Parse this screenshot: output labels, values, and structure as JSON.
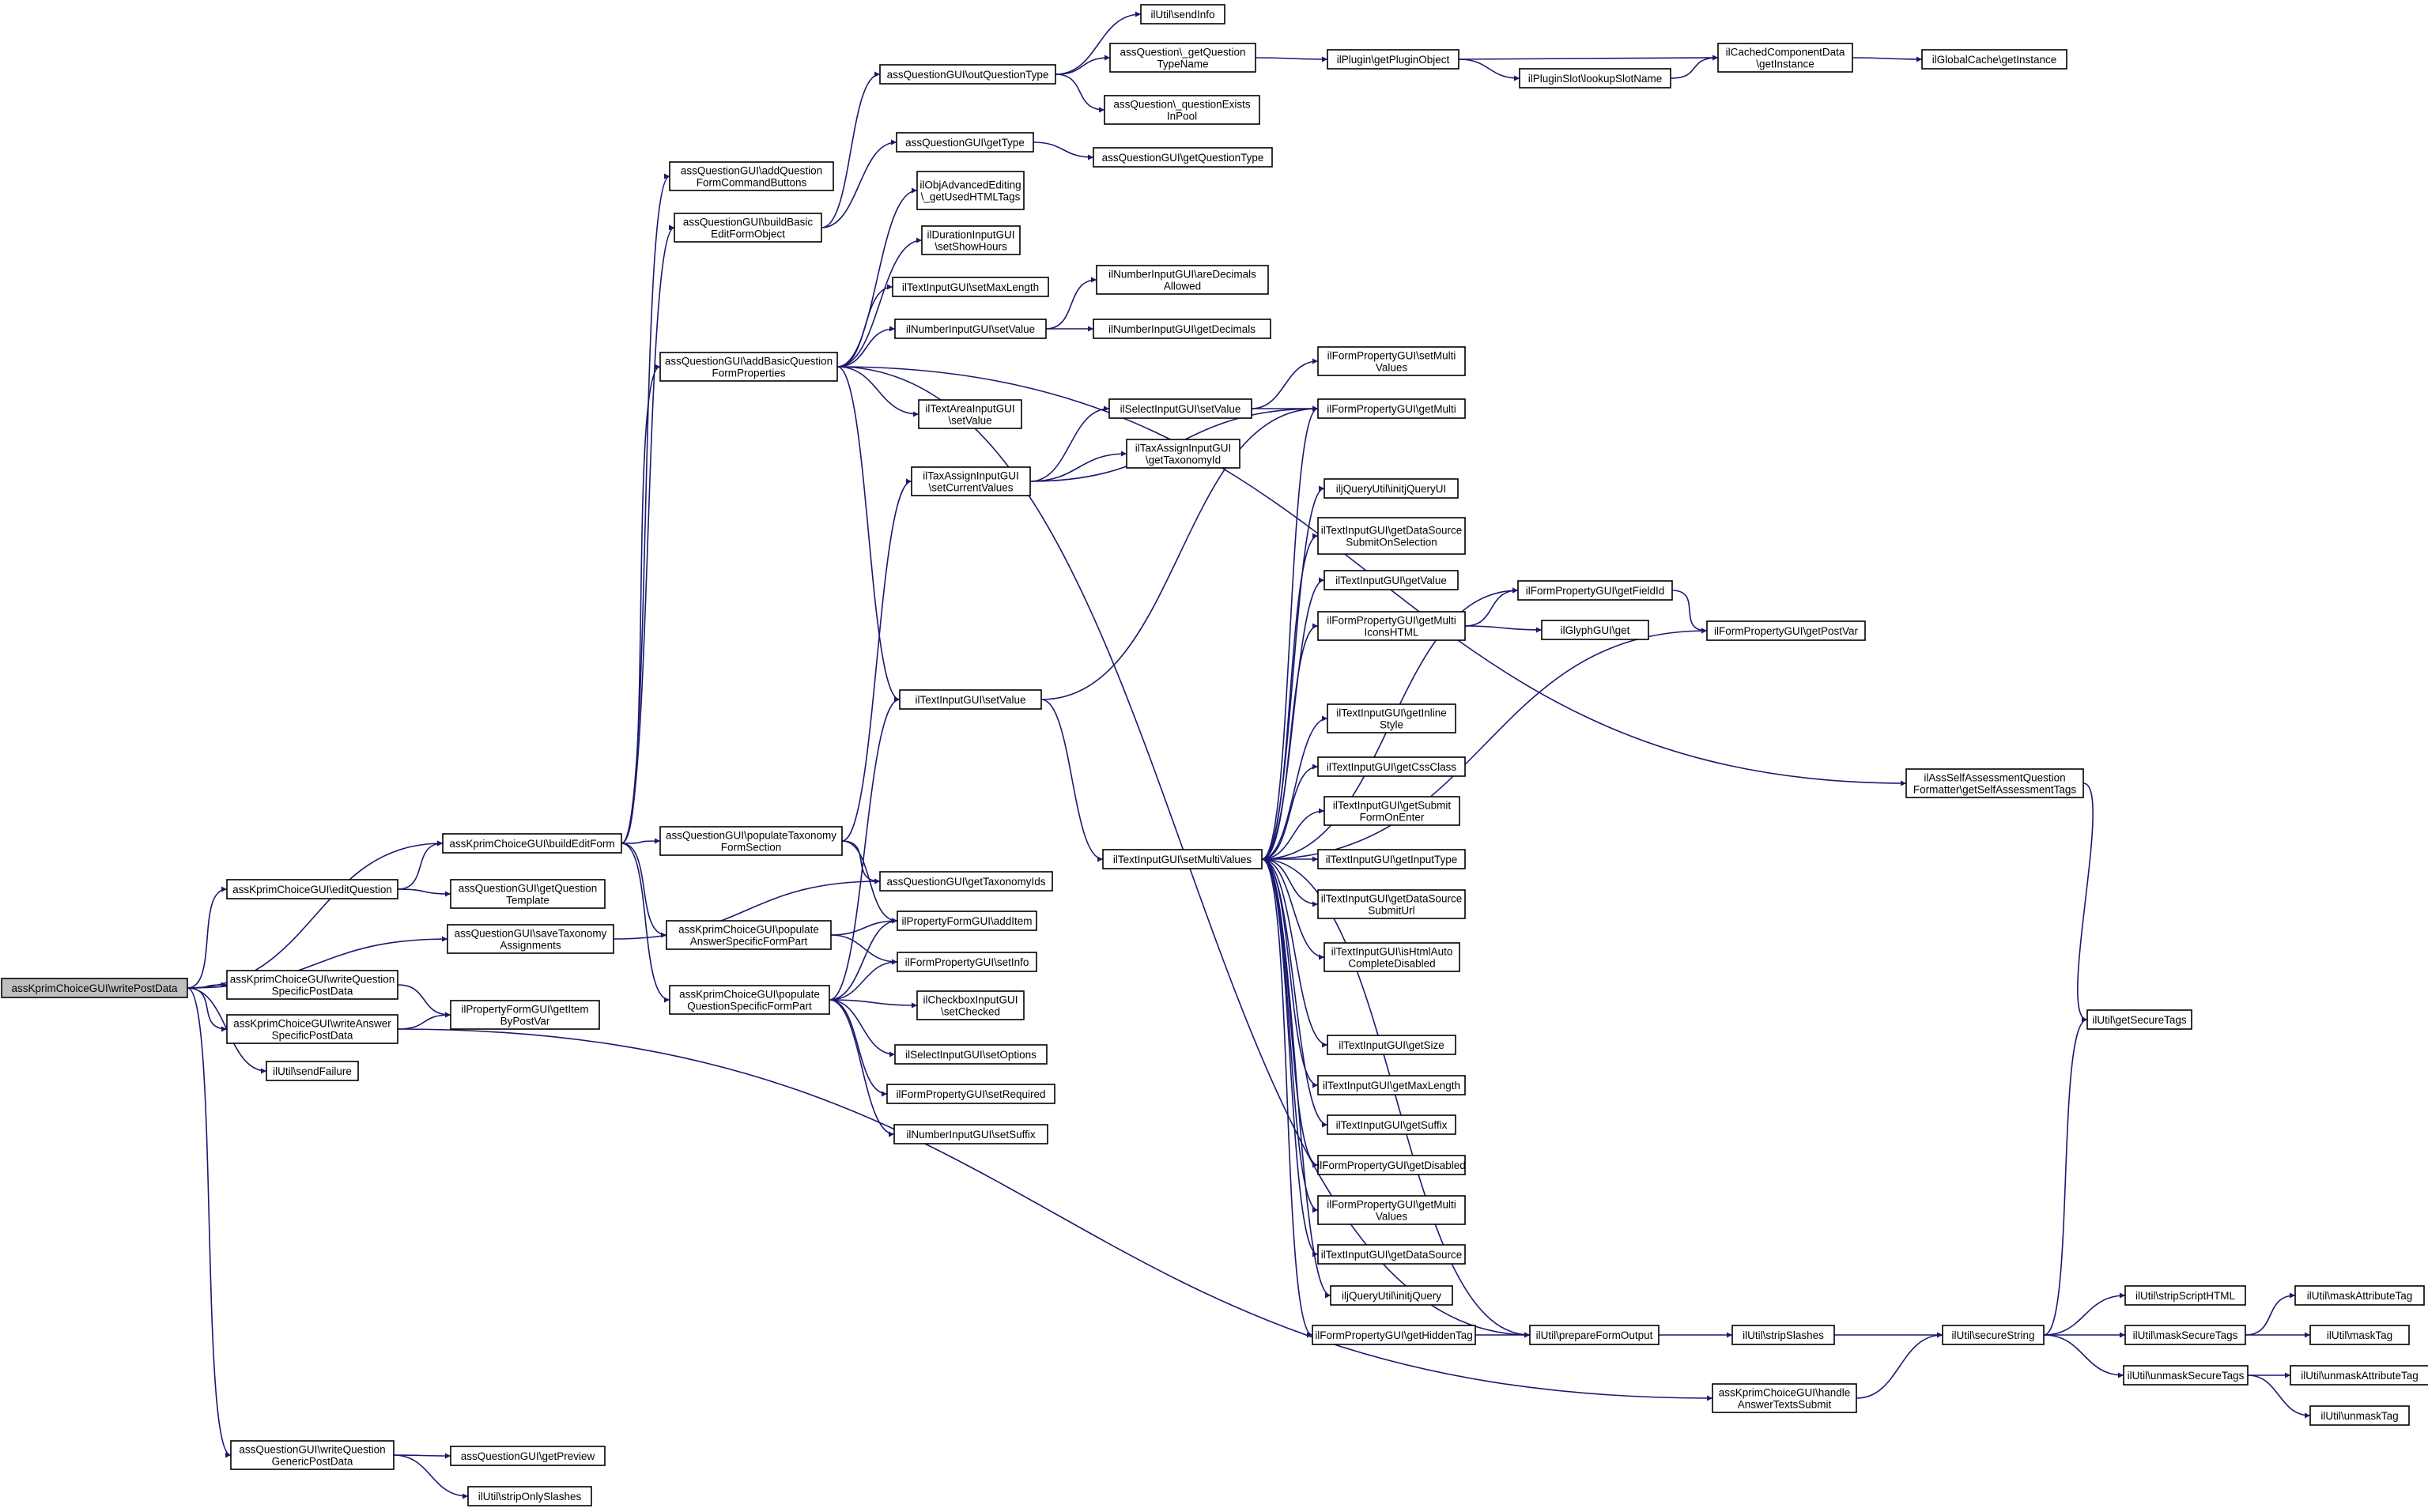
{
  "diagram": {
    "type": "call-graph",
    "colors": {
      "edge": "#191970",
      "node_border": "#000000",
      "node_fill": "#ffffff",
      "root_fill": "#bfbfbf"
    },
    "nodes": [
      {
        "id": "root",
        "lines": [
          "assKprimChoiceGUI\\writePostData"
        ]
      },
      {
        "id": "buildEditForm",
        "lines": [
          "assKprimChoiceGUI\\buildEditForm"
        ]
      },
      {
        "id": "editQuestion",
        "lines": [
          "assKprimChoiceGUI\\editQuestion"
        ]
      },
      {
        "id": "saveTaxonomyAssignments",
        "lines": [
          "assQuestionGUI\\saveTaxonomy",
          "Assignments"
        ]
      },
      {
        "id": "writeQuestionSpecificPostData",
        "lines": [
          "assKprimChoiceGUI\\writeQuestion",
          "SpecificPostData"
        ]
      },
      {
        "id": "writeAnswerSpecificPostData",
        "lines": [
          "assKprimChoiceGUI\\writeAnswer",
          "SpecificPostData"
        ]
      },
      {
        "id": "sendFailure",
        "lines": [
          "ilUtil\\sendFailure"
        ]
      },
      {
        "id": "writeQuestionGenericPostData",
        "lines": [
          "assQuestionGUI\\writeQuestion",
          "GenericPostData"
        ]
      },
      {
        "id": "getQuestionTemplate",
        "lines": [
          "assQuestionGUI\\getQuestion",
          "Template"
        ]
      },
      {
        "id": "getItemByPostVar",
        "lines": [
          "ilPropertyFormGUI\\getItem",
          "ByPostVar"
        ]
      },
      {
        "id": "getPreview",
        "lines": [
          "assQuestionGUI\\getPreview"
        ]
      },
      {
        "id": "stripOnlySlashes",
        "lines": [
          "ilUtil\\stripOnlySlashes"
        ]
      },
      {
        "id": "addQuestionFormCommandButtons",
        "lines": [
          "assQuestionGUI\\addQuestion",
          "FormCommandButtons"
        ]
      },
      {
        "id": "buildBasicEditFormObject",
        "lines": [
          "assQuestionGUI\\buildBasic",
          "EditFormObject"
        ]
      },
      {
        "id": "addBasicQuestionFormProperties",
        "lines": [
          "assQuestionGUI\\addBasicQuestion",
          "FormProperties"
        ]
      },
      {
        "id": "populateTaxonomyFormSection",
        "lines": [
          "assQuestionGUI\\populateTaxonomy",
          "FormSection"
        ]
      },
      {
        "id": "populateAnswerSpecificFormPart",
        "lines": [
          "assKprimChoiceGUI\\populate",
          "AnswerSpecificFormPart"
        ]
      },
      {
        "id": "populateQuestionSpecificFormPart",
        "lines": [
          "assKprimChoiceGUI\\populate",
          "QuestionSpecificFormPart"
        ]
      },
      {
        "id": "outQuestionType",
        "lines": [
          "assQuestionGUI\\outQuestionType"
        ]
      },
      {
        "id": "getType",
        "lines": [
          "assQuestionGUI\\getType"
        ]
      },
      {
        "id": "getUsedHTMLTags",
        "lines": [
          "ilObjAdvancedEditing",
          "\\_getUsedHTMLTags"
        ]
      },
      {
        "id": "setShowHours",
        "lines": [
          "ilDurationInputGUI",
          "\\setShowHours"
        ]
      },
      {
        "id": "setMaxLength",
        "lines": [
          "ilTextInputGUI\\setMaxLength"
        ]
      },
      {
        "id": "numberSetValue",
        "lines": [
          "ilNumberInputGUI\\setValue"
        ]
      },
      {
        "id": "textAreaSetValue",
        "lines": [
          "ilTextAreaInputGUI",
          "\\setValue"
        ]
      },
      {
        "id": "taxSetCurrentValues",
        "lines": [
          "ilTaxAssignInputGUI",
          "\\setCurrentValues"
        ]
      },
      {
        "id": "textSetValue",
        "lines": [
          "ilTextInputGUI\\setValue"
        ]
      },
      {
        "id": "getTaxonomyIds",
        "lines": [
          "assQuestionGUI\\getTaxonomyIds"
        ]
      },
      {
        "id": "addItem",
        "lines": [
          "ilPropertyFormGUI\\addItem"
        ]
      },
      {
        "id": "setInfo",
        "lines": [
          "ilFormPropertyGUI\\setInfo"
        ]
      },
      {
        "id": "setChecked",
        "lines": [
          "ilCheckboxInputGUI",
          "\\setChecked"
        ]
      },
      {
        "id": "setOptions",
        "lines": [
          "ilSelectInputGUI\\setOptions"
        ]
      },
      {
        "id": "setRequired",
        "lines": [
          "ilFormPropertyGUI\\setRequired"
        ]
      },
      {
        "id": "setSuffix",
        "lines": [
          "ilNumberInputGUI\\setSuffix"
        ]
      },
      {
        "id": "sendInfo",
        "lines": [
          "ilUtil\\sendInfo"
        ]
      },
      {
        "id": "getQuestionTypeName",
        "lines": [
          "assQuestion\\_getQuestion",
          "TypeName"
        ]
      },
      {
        "id": "questionExistsInPool",
        "lines": [
          "assQuestion\\_questionExists",
          "InPool"
        ]
      },
      {
        "id": "getQuestionType",
        "lines": [
          "assQuestionGUI\\getQuestionType"
        ]
      },
      {
        "id": "areDecimalsAllowed",
        "lines": [
          "ilNumberInputGUI\\areDecimals",
          "Allowed"
        ]
      },
      {
        "id": "getDecimals",
        "lines": [
          "ilNumberInputGUI\\getDecimals"
        ]
      },
      {
        "id": "selectSetValue",
        "lines": [
          "ilSelectInputGUI\\setValue"
        ]
      },
      {
        "id": "getTaxonomyId",
        "lines": [
          "ilTaxAssignInputGUI",
          "\\getTaxonomyId"
        ]
      },
      {
        "id": "setMultiValues",
        "lines": [
          "ilTextInputGUI\\setMultiValues"
        ]
      },
      {
        "id": "getPluginObject",
        "lines": [
          "ilPlugin\\getPluginObject"
        ]
      },
      {
        "id": "lookupSlotName",
        "lines": [
          "ilPluginSlot\\lookupSlotName"
        ]
      },
      {
        "id": "cachedGetInstance",
        "lines": [
          "ilCachedComponentData",
          "\\getInstance"
        ]
      },
      {
        "id": "globalCacheGetInstance",
        "lines": [
          "ilGlobalCache\\getInstance"
        ]
      },
      {
        "id": "setMultiValuesFP",
        "lines": [
          "ilFormPropertyGUI\\setMulti",
          "Values"
        ]
      },
      {
        "id": "getMulti",
        "lines": [
          "ilFormPropertyGUI\\getMulti"
        ]
      },
      {
        "id": "initjQueryUI",
        "lines": [
          "iljQueryUtil\\initjQueryUI"
        ]
      },
      {
        "id": "getDataSourceSubmitOnSelection",
        "lines": [
          "ilTextInputGUI\\getDataSource",
          "SubmitOnSelection"
        ]
      },
      {
        "id": "getValue",
        "lines": [
          "ilTextInputGUI\\getValue"
        ]
      },
      {
        "id": "getMultiIconsHTML",
        "lines": [
          "ilFormPropertyGUI\\getMulti",
          "IconsHTML"
        ]
      },
      {
        "id": "getInlineStyle",
        "lines": [
          "ilTextInputGUI\\getInline",
          "Style"
        ]
      },
      {
        "id": "getCssClass",
        "lines": [
          "ilTextInputGUI\\getCssClass"
        ]
      },
      {
        "id": "getSubmitFormOnEnter",
        "lines": [
          "ilTextInputGUI\\getSubmit",
          "FormOnEnter"
        ]
      },
      {
        "id": "getInputType",
        "lines": [
          "ilTextInputGUI\\getInputType"
        ]
      },
      {
        "id": "getDataSourceSubmitUrl",
        "lines": [
          "ilTextInputGUI\\getDataSource",
          "SubmitUrl"
        ]
      },
      {
        "id": "isHtmlAutoCompleteDisabled",
        "lines": [
          "ilTextInputGUI\\isHtmlAuto",
          "CompleteDisabled"
        ]
      },
      {
        "id": "getSize",
        "lines": [
          "ilTextInputGUI\\getSize"
        ]
      },
      {
        "id": "getMaxLength",
        "lines": [
          "ilTextInputGUI\\getMaxLength"
        ]
      },
      {
        "id": "getSuffix",
        "lines": [
          "ilTextInputGUI\\getSuffix"
        ]
      },
      {
        "id": "getDisabled",
        "lines": [
          "ilFormPropertyGUI\\getDisabled"
        ]
      },
      {
        "id": "getMultiValues",
        "lines": [
          "ilFormPropertyGUI\\getMulti",
          "Values"
        ]
      },
      {
        "id": "getDataSource",
        "lines": [
          "ilTextInputGUI\\getDataSource"
        ]
      },
      {
        "id": "initjQuery",
        "lines": [
          "iljQueryUtil\\initjQuery"
        ]
      },
      {
        "id": "getHiddenTag",
        "lines": [
          "ilFormPropertyGUI\\getHiddenTag"
        ]
      },
      {
        "id": "getFieldId",
        "lines": [
          "ilFormPropertyGUI\\getFieldId"
        ]
      },
      {
        "id": "glyphGet",
        "lines": [
          "ilGlyphGUI\\get"
        ]
      },
      {
        "id": "getPostVar",
        "lines": [
          "ilFormPropertyGUI\\getPostVar"
        ]
      },
      {
        "id": "prepareFormOutput",
        "lines": [
          "ilUtil\\prepareFormOutput"
        ]
      },
      {
        "id": "stripSlashes",
        "lines": [
          "ilUtil\\stripSlashes"
        ]
      },
      {
        "id": "handleAnswerTextsSubmit",
        "lines": [
          "assKprimChoiceGUI\\handle",
          "AnswerTextsSubmit"
        ]
      },
      {
        "id": "getSelfAssessmentTags",
        "lines": [
          "ilAssSelfAssessmentQuestion",
          "Formatter\\getSelfAssessmentTags"
        ]
      },
      {
        "id": "getSecureTags",
        "lines": [
          "ilUtil\\getSecureTags"
        ]
      },
      {
        "id": "secureString",
        "lines": [
          "ilUtil\\secureString"
        ]
      },
      {
        "id": "stripScriptHTML",
        "lines": [
          "ilUtil\\stripScriptHTML"
        ]
      },
      {
        "id": "maskSecureTags",
        "lines": [
          "ilUtil\\maskSecureTags"
        ]
      },
      {
        "id": "unmaskSecureTags",
        "lines": [
          "ilUtil\\unmaskSecureTags"
        ]
      },
      {
        "id": "maskAttributeTag",
        "lines": [
          "ilUtil\\maskAttributeTag"
        ]
      },
      {
        "id": "maskTag",
        "lines": [
          "ilUtil\\maskTag"
        ]
      },
      {
        "id": "unmaskAttributeTag",
        "lines": [
          "ilUtil\\unmaskAttributeTag"
        ]
      },
      {
        "id": "unmaskTag",
        "lines": [
          "ilUtil\\unmaskTag"
        ]
      }
    ],
    "edges": [
      [
        "root",
        "buildEditForm"
      ],
      [
        "root",
        "editQuestion"
      ],
      [
        "root",
        "saveTaxonomyAssignments"
      ],
      [
        "root",
        "writeQuestionSpecificPostData"
      ],
      [
        "root",
        "writeAnswerSpecificPostData"
      ],
      [
        "root",
        "sendFailure"
      ],
      [
        "root",
        "writeQuestionGenericPostData"
      ],
      [
        "editQuestion",
        "buildEditForm"
      ],
      [
        "editQuestion",
        "getQuestionTemplate"
      ],
      [
        "saveTaxonomyAssignments",
        "getTaxonomyIds"
      ],
      [
        "writeQuestionSpecificPostData",
        "getItemByPostVar"
      ],
      [
        "writeAnswerSpecificPostData",
        "getItemByPostVar"
      ],
      [
        "writeAnswerSpecificPostData",
        "handleAnswerTextsSubmit"
      ],
      [
        "writeQuestionGenericPostData",
        "getPreview"
      ],
      [
        "writeQuestionGenericPostData",
        "stripOnlySlashes"
      ],
      [
        "buildEditForm",
        "addQuestionFormCommandButtons"
      ],
      [
        "buildEditForm",
        "buildBasicEditFormObject"
      ],
      [
        "buildEditForm",
        "addBasicQuestionFormProperties"
      ],
      [
        "buildEditForm",
        "populateTaxonomyFormSection"
      ],
      [
        "buildEditForm",
        "populateAnswerSpecificFormPart"
      ],
      [
        "buildEditForm",
        "populateQuestionSpecificFormPart"
      ],
      [
        "buildBasicEditFormObject",
        "outQuestionType"
      ],
      [
        "buildBasicEditFormObject",
        "getType"
      ],
      [
        "addBasicQuestionFormProperties",
        "getUsedHTMLTags"
      ],
      [
        "addBasicQuestionFormProperties",
        "setShowHours"
      ],
      [
        "addBasicQuestionFormProperties",
        "setMaxLength"
      ],
      [
        "addBasicQuestionFormProperties",
        "numberSetValue"
      ],
      [
        "addBasicQuestionFormProperties",
        "textAreaSetValue"
      ],
      [
        "addBasicQuestionFormProperties",
        "textSetValue"
      ],
      [
        "addBasicQuestionFormProperties",
        "getSelfAssessmentTags"
      ],
      [
        "addBasicQuestionFormProperties",
        "prepareFormOutput"
      ],
      [
        "populateTaxonomyFormSection",
        "taxSetCurrentValues"
      ],
      [
        "populateTaxonomyFormSection",
        "getTaxonomyIds"
      ],
      [
        "populateTaxonomyFormSection",
        "addItem"
      ],
      [
        "populateAnswerSpecificFormPart",
        "addItem"
      ],
      [
        "populateAnswerSpecificFormPart",
        "setInfo"
      ],
      [
        "populateQuestionSpecificFormPart",
        "addItem"
      ],
      [
        "populateQuestionSpecificFormPart",
        "setInfo"
      ],
      [
        "populateQuestionSpecificFormPart",
        "setChecked"
      ],
      [
        "populateQuestionSpecificFormPart",
        "setOptions"
      ],
      [
        "populateQuestionSpecificFormPart",
        "setRequired"
      ],
      [
        "populateQuestionSpecificFormPart",
        "setSuffix"
      ],
      [
        "populateQuestionSpecificFormPart",
        "textSetValue"
      ],
      [
        "outQuestionType",
        "sendInfo"
      ],
      [
        "outQuestionType",
        "getQuestionTypeName"
      ],
      [
        "outQuestionType",
        "questionExistsInPool"
      ],
      [
        "getType",
        "getQuestionType"
      ],
      [
        "numberSetValue",
        "areDecimalsAllowed"
      ],
      [
        "numberSetValue",
        "getDecimals"
      ],
      [
        "taxSetCurrentValues",
        "selectSetValue"
      ],
      [
        "taxSetCurrentValues",
        "getTaxonomyId"
      ],
      [
        "taxSetCurrentValues",
        "getMulti"
      ],
      [
        "textSetValue",
        "setMultiValues"
      ],
      [
        "textSetValue",
        "getMulti"
      ],
      [
        "getQuestionTypeName",
        "getPluginObject"
      ],
      [
        "getPluginObject",
        "lookupSlotName"
      ],
      [
        "getPluginObject",
        "cachedGetInstance"
      ],
      [
        "lookupSlotName",
        "cachedGetInstance"
      ],
      [
        "cachedGetInstance",
        "globalCacheGetInstance"
      ],
      [
        "selectSetValue",
        "setMultiValuesFP"
      ],
      [
        "selectSetValue",
        "getMulti"
      ],
      [
        "setMultiValues",
        "getMulti"
      ],
      [
        "setMultiValues",
        "initjQueryUI"
      ],
      [
        "setMultiValues",
        "getDataSourceSubmitOnSelection"
      ],
      [
        "setMultiValues",
        "getValue"
      ],
      [
        "setMultiValues",
        "getMultiIconsHTML"
      ],
      [
        "setMultiValues",
        "getInlineStyle"
      ],
      [
        "setMultiValues",
        "getCssClass"
      ],
      [
        "setMultiValues",
        "getSubmitFormOnEnter"
      ],
      [
        "setMultiValues",
        "getInputType"
      ],
      [
        "setMultiValues",
        "getDataSourceSubmitUrl"
      ],
      [
        "setMultiValues",
        "isHtmlAutoCompleteDisabled"
      ],
      [
        "setMultiValues",
        "getSize"
      ],
      [
        "setMultiValues",
        "getMaxLength"
      ],
      [
        "setMultiValues",
        "getSuffix"
      ],
      [
        "setMultiValues",
        "getDisabled"
      ],
      [
        "setMultiValues",
        "getMultiValues"
      ],
      [
        "setMultiValues",
        "getDataSource"
      ],
      [
        "setMultiValues",
        "initjQuery"
      ],
      [
        "setMultiValues",
        "getHiddenTag"
      ],
      [
        "setMultiValues",
        "getFieldId"
      ],
      [
        "setMultiValues",
        "getPostVar"
      ],
      [
        "setMultiValues",
        "prepareFormOutput"
      ],
      [
        "getMultiIconsHTML",
        "getFieldId"
      ],
      [
        "getMultiIconsHTML",
        "glyphGet"
      ],
      [
        "getFieldId",
        "getPostVar"
      ],
      [
        "getHiddenTag",
        "prepareFormOutput"
      ],
      [
        "prepareFormOutput",
        "stripSlashes"
      ],
      [
        "stripSlashes",
        "secureString"
      ],
      [
        "handleAnswerTextsSubmit",
        "secureString"
      ],
      [
        "getSelfAssessmentTags",
        "getSecureTags"
      ],
      [
        "secureString",
        "getSecureTags"
      ],
      [
        "secureString",
        "stripScriptHTML"
      ],
      [
        "secureString",
        "maskSecureTags"
      ],
      [
        "secureString",
        "unmaskSecureTags"
      ],
      [
        "maskSecureTags",
        "maskAttributeTag"
      ],
      [
        "maskSecureTags",
        "maskTag"
      ],
      [
        "unmaskSecureTags",
        "unmaskAttributeTag"
      ],
      [
        "unmaskSecureTags",
        "unmaskTag"
      ]
    ]
  }
}
